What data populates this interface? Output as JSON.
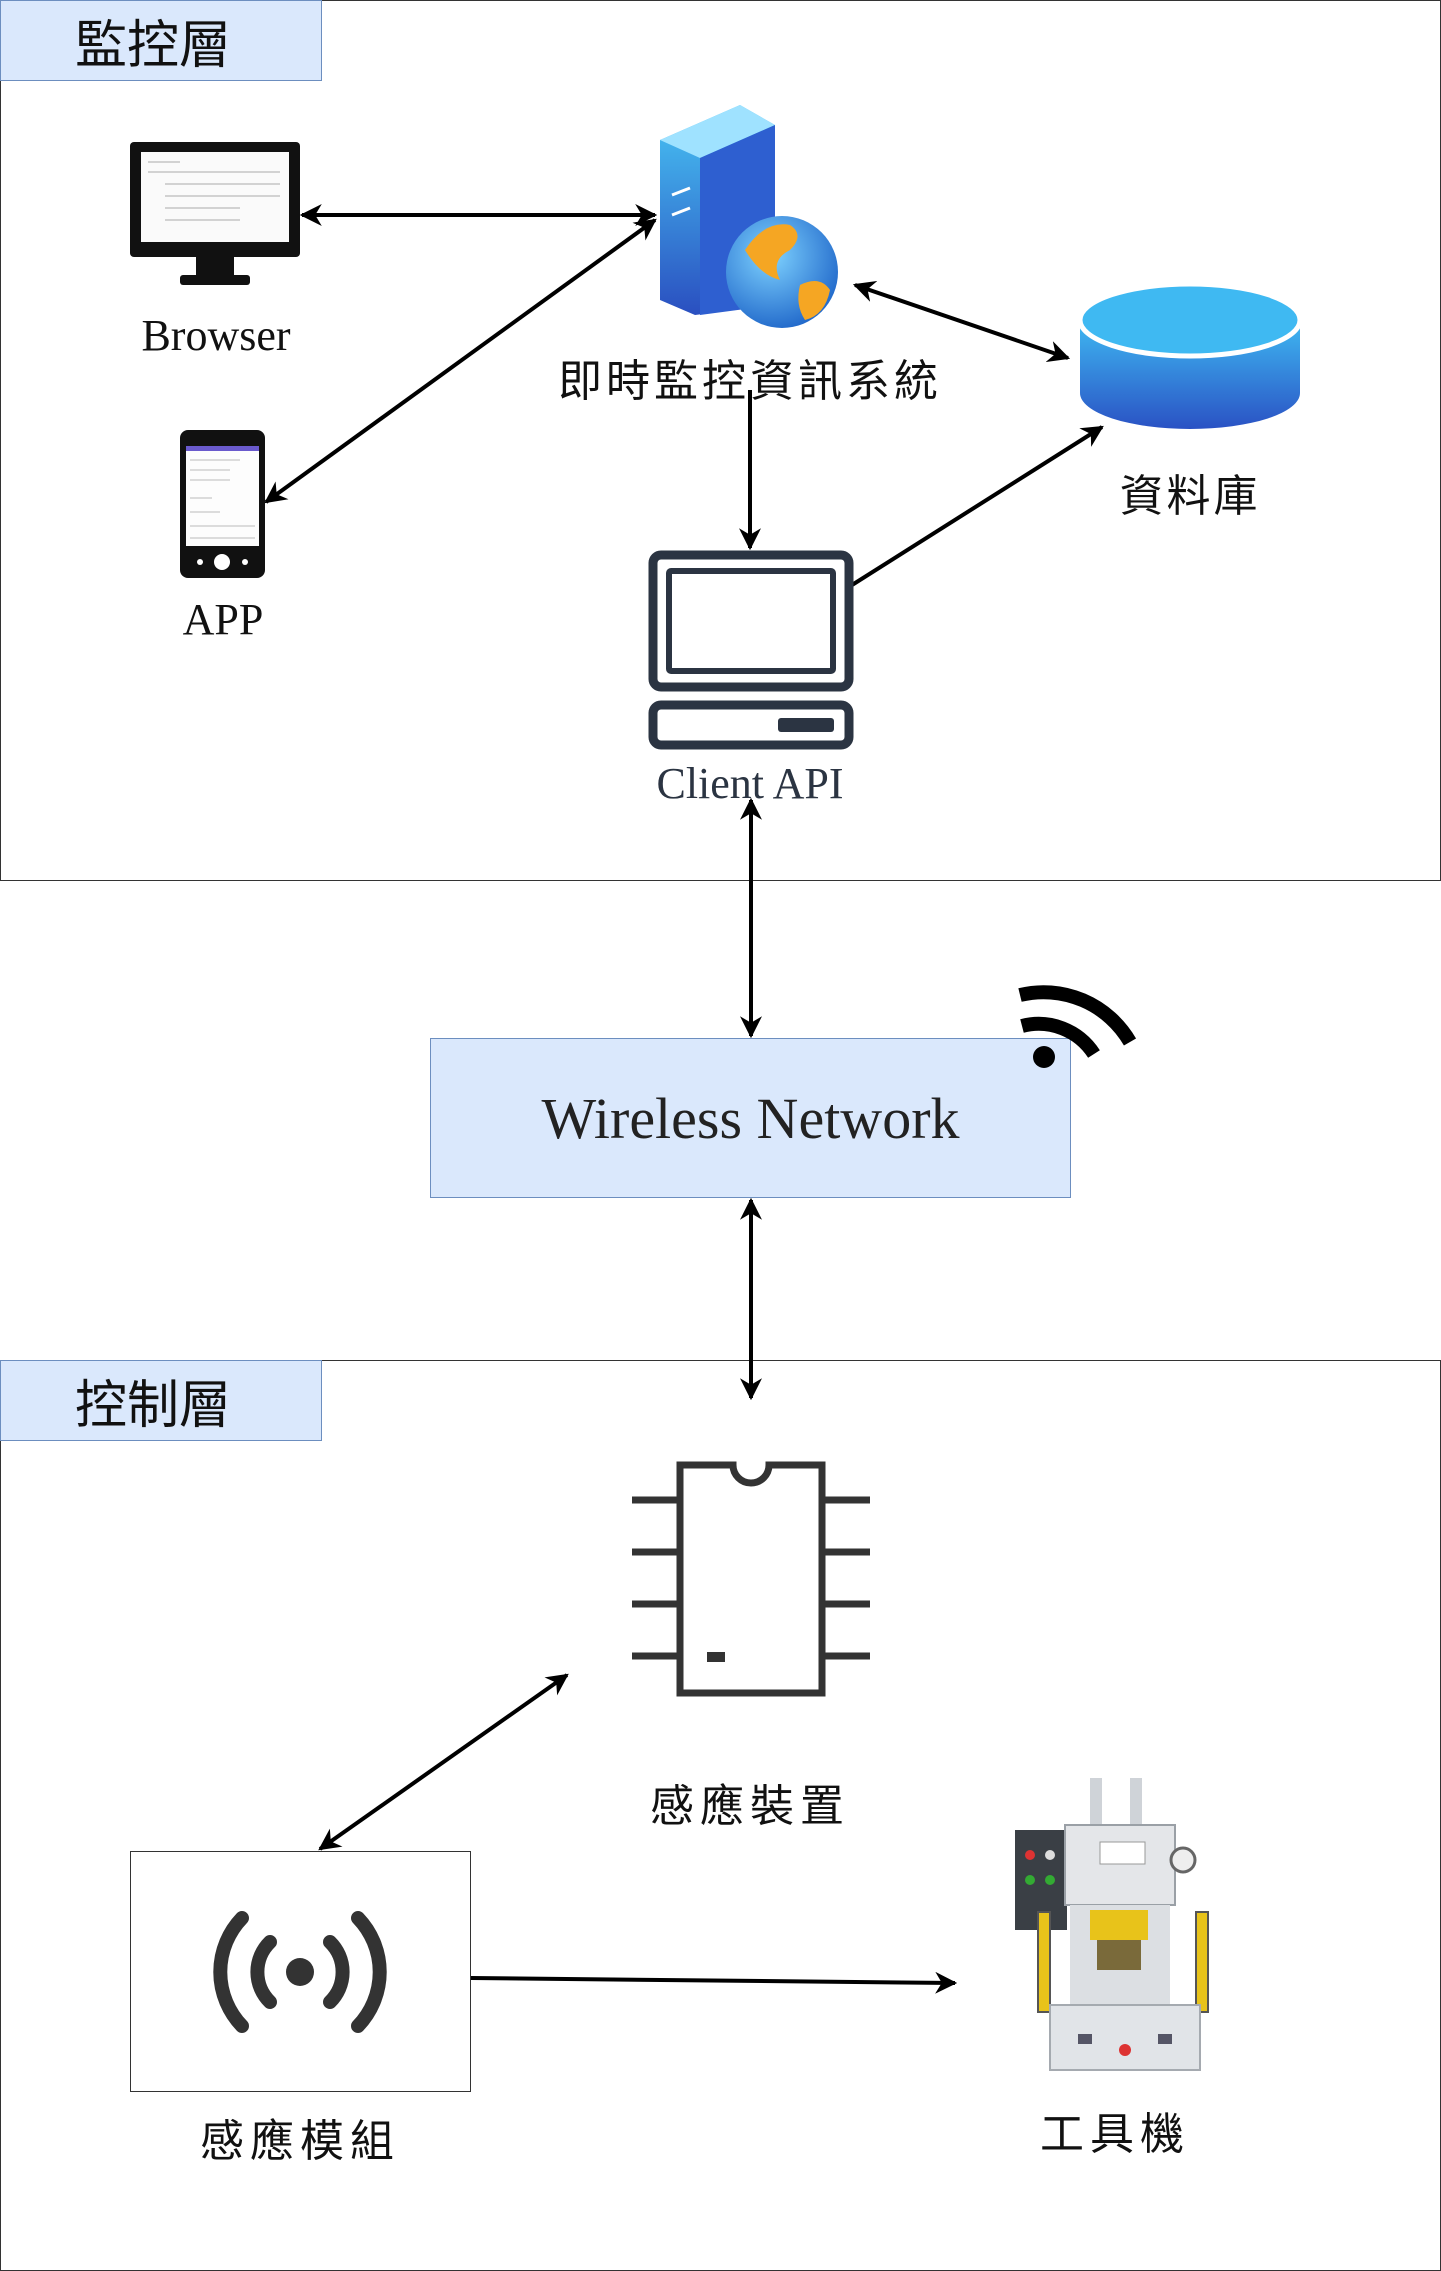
{
  "monitor_layer": {
    "title": "監控層"
  },
  "control_layer": {
    "title": "控制層"
  },
  "nodes": {
    "browser": "Browser",
    "app": "APP",
    "server": "即時監控資訊系統",
    "database": "資料庫",
    "client_api": "Client API",
    "network": "Wireless Network",
    "sensor_device": "感應裝置",
    "sensor_module": "感應模組",
    "machine_tool": "工具機"
  },
  "icons": {
    "browser": "monitor-icon",
    "app": "smartphone-icon",
    "server": "web-server-globe-icon",
    "database": "database-cylinder-icon",
    "client_api": "laptop-icon",
    "network": "wifi-icon",
    "sensor_device": "chip-icon",
    "sensor_module": "broadcast-icon",
    "machine_tool": "press-machine-icon"
  },
  "colors": {
    "layer_tag_fill": "#dae8fc",
    "layer_tag_border": "#6c8ebf",
    "edge": "#000000",
    "db_top": "#3db5f0",
    "db_body": "#2c58c4"
  }
}
